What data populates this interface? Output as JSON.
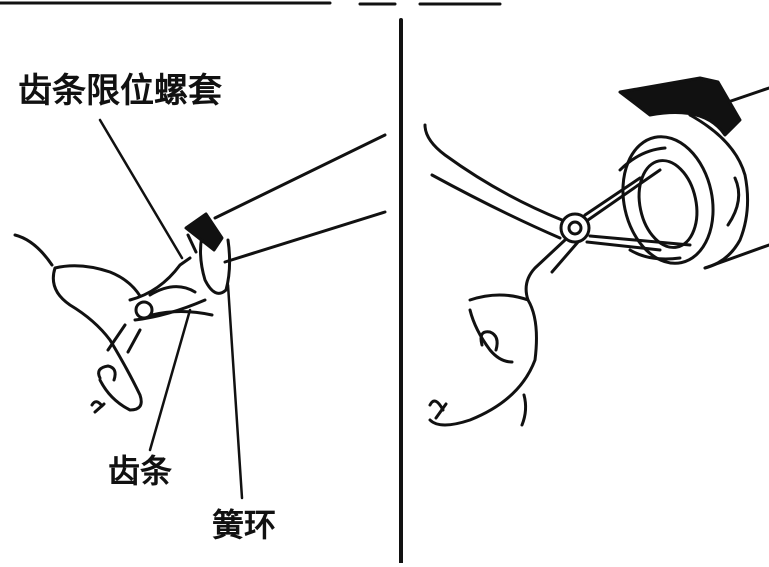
{
  "figure": {
    "labels": {
      "rack_limit_nut": "齿条限位螺套",
      "rack": "齿条",
      "circlip": "簧环"
    },
    "icons": {
      "left_panel": "pliers-removing-circlip-icon",
      "right_panel": "pliers-expanding-circlip-icon"
    },
    "colors": {
      "ink": "#111111",
      "background": "#ffffff"
    }
  }
}
